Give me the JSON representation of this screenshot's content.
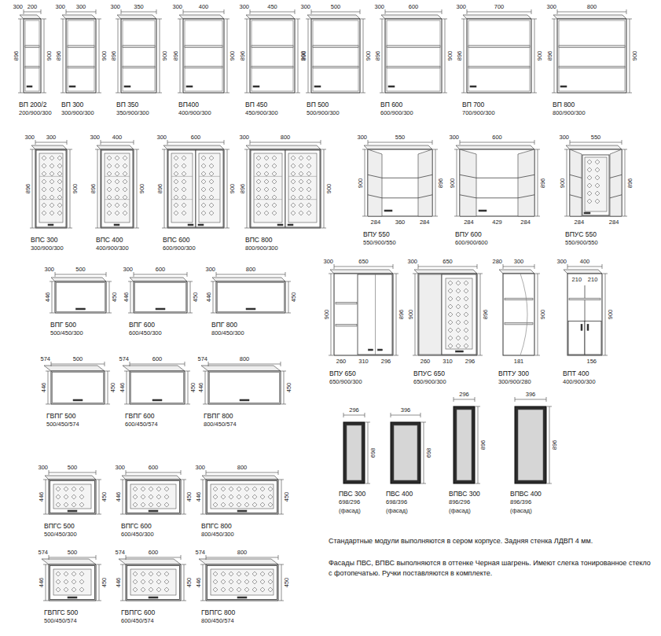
{
  "diagram": {
    "labels": [
      "ВП 200/2",
      "200/900/300",
      "300",
      "200",
      "896",
      "900",
      "ВП 300",
      "300/900/300",
      "300",
      "300",
      "896",
      "900",
      "ВП 350",
      "350/900/300",
      "300",
      "350",
      "896",
      "900",
      "ВП400",
      "400/900/300",
      "300",
      "400",
      "896",
      "900",
      "ВП 450",
      "450/900/300",
      "300",
      "450",
      "896",
      "900",
      "ВП 500",
      "500/900/300",
      "300",
      "500",
      "896",
      "900",
      "ВП 600",
      "600/900/300",
      "300",
      "600",
      "896",
      "900",
      "ВП 700",
      "700/900/300",
      "300",
      "700",
      "896",
      "900",
      "ВП 800",
      "800/900/300",
      "300",
      "800",
      "896",
      "900",
      "ВПС 300",
      "300/900/300",
      "300",
      "300",
      "896",
      "900",
      "ВПС 400",
      "400/900/300",
      "300",
      "400",
      "896",
      "900",
      "ВПС 600",
      "600/900/300",
      "300",
      "600",
      "896",
      "900",
      "ВПС 800",
      "800/900/300",
      "300",
      "800",
      "896",
      "900",
      "ВПУ 550",
      "550/900/550",
      "300",
      "550",
      "900",
      "896",
      "284",
      "360",
      "284",
      "ВПУ 600",
      "600/900/600",
      "300",
      "600",
      "900",
      "896",
      "284",
      "429",
      "284",
      "ВПУС 550",
      "550/900/550",
      "300",
      "550",
      "900",
      "896",
      "284",
      "284",
      "ВПГ 500",
      "500/450/300",
      "300",
      "500",
      "446",
      "450",
      "ВПГ 600",
      "600/450/300",
      "300",
      "600",
      "446",
      "450",
      "ВПГ 800",
      "800/450/300",
      "300",
      "800",
      "446",
      "450",
      "ВПУ 650",
      "650/900/300",
      "300",
      "650",
      "900",
      "896",
      "260",
      "310",
      "296",
      "ВПУС 650",
      "650/900/300",
      "300",
      "650",
      "900",
      "896",
      "260",
      "310",
      "296",
      "ВПТУ 300",
      "300/900/280",
      "280",
      "300",
      "900",
      "181",
      "ВПТ 400",
      "400/900/300",
      "300",
      "400",
      "210",
      "210",
      "900",
      "156",
      "ГВПГ 500",
      "500/450/574",
      "574",
      "500",
      "446",
      "450",
      "ГВПГ 600",
      "600/450/574",
      "574",
      "600",
      "446",
      "450",
      "ГВПГ 800",
      "800/450/574",
      "574",
      "800",
      "446",
      "450",
      "ПВС 300",
      "698/296",
      "(фасад)",
      "296",
      "698",
      "ПВС 400",
      "698/396",
      "(фасад)",
      "396",
      "698",
      "ВПВС 300",
      "896/296",
      "(фасад)",
      "296",
      "896",
      "ВПВС 400",
      "896/396",
      "(фасад)",
      "396",
      "896",
      "ВПГС 500",
      "500/450/300",
      "300",
      "500",
      "446",
      "450",
      "ВПГС 600",
      "600/450/300",
      "300",
      "600",
      "446",
      "450",
      "ВПГС 800",
      "800/450/300",
      "300",
      "800",
      "446",
      "450",
      "ГВПГС 500",
      "500/450/574",
      "574",
      "500",
      "446",
      "450",
      "ГВПГС 600",
      "600/450/574",
      "574",
      "600",
      "446",
      "450",
      "ГВПГС 800",
      "800/450/574",
      "574",
      "800",
      "446",
      "450",
      "Стандартные модули выполняются в сером корпусе. Задняя стенка ЛДВП 4 мм.",
      "Фасады ПВС, ВПВС выполняются в оттенке Черная шагрень. Имеют слегка тонированное стекло с фотопечатью. Ручки поставляются в комплекте."
    ]
  }
}
